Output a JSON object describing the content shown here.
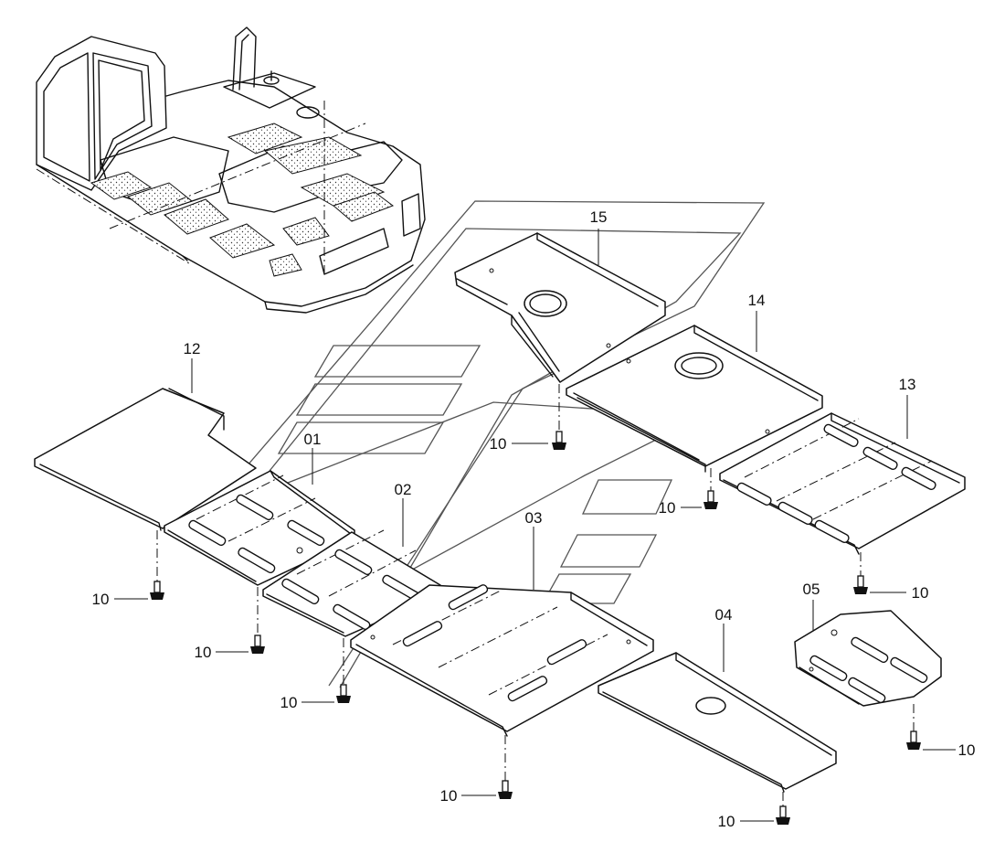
{
  "diagram": {
    "callouts": {
      "p15": "15",
      "p14": "14",
      "p13": "13",
      "p12": "12",
      "p01": "01",
      "p02": "02",
      "p03": "03",
      "p04": "04",
      "p05": "05",
      "bolt": "10"
    }
  }
}
